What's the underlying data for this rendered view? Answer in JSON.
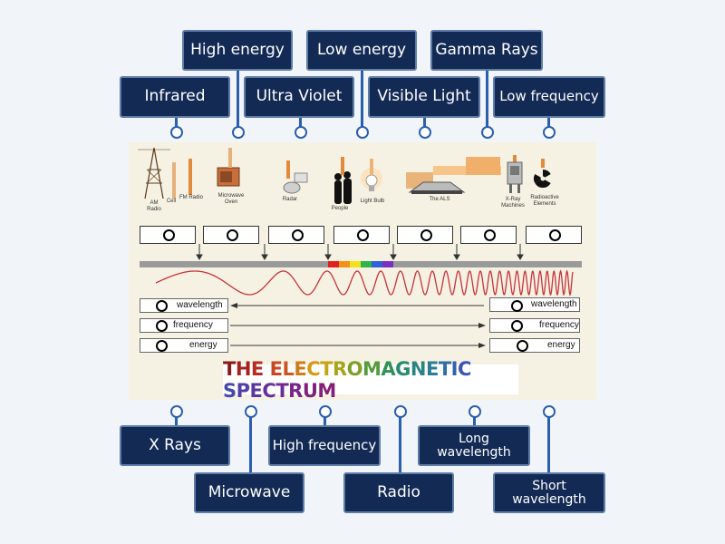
{
  "top_labels_row1": [
    "High energy",
    "Low energy",
    "Gamma Rays"
  ],
  "top_labels_row2": [
    "Infrared",
    "Ultra Violet",
    "Visible Light",
    "Low frequency"
  ],
  "bottom_labels": [
    "X Rays",
    "Microwave",
    "High frequency",
    "Radio",
    "Long wavelength",
    "Short wavelength"
  ],
  "diagram": {
    "sources": [
      "AM Radio",
      "Cell Phone",
      "FM Radio",
      "Microwave Oven",
      "Radar",
      "People",
      "Light Bulb",
      "The ALS",
      "X-Ray Machines",
      "Radioactive Elements"
    ],
    "left_rows": [
      "wavelength",
      "frequency",
      "energy"
    ],
    "right_rows": [
      "wavelength",
      "frequency",
      "energy"
    ],
    "title": "THE ELECTROMAGNETIC SPECTRUM",
    "title_letter_colors": [
      "#8a1b1b",
      "#a3231f",
      "#b52c22",
      "#c9461f",
      "#c8571f",
      "#cf7a17",
      "#d49a14",
      "#c6a315",
      "#a8a51c",
      "#7ea02a",
      "#559a3d",
      "#2f9156",
      "#268c6b",
      "#2a8582",
      "#2b7c96",
      "#2e6fa6",
      "#3262ae",
      "#3b55b1",
      "#4549ad",
      "#503fa6",
      "#5b379f",
      "#66309a",
      "#702a93",
      "#7a258b",
      "#80207f",
      "#85207a",
      "#8a1f73",
      "#8f1e6c"
    ],
    "colors": {
      "tag_fill": "#132a55",
      "tag_border": "#5d7da8",
      "connector": "#2a5fb0",
      "panel": "#f6f2e3",
      "wave": "#c8323a",
      "spectrum_band": [
        "#e0201c",
        "#f29018",
        "#f3e21a",
        "#2fb34a",
        "#2f62d8",
        "#7a2fc0"
      ]
    }
  }
}
